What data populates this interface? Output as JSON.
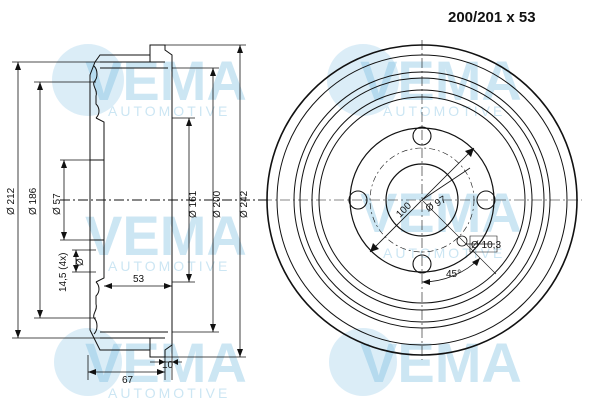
{
  "title": "200/201 x 53",
  "watermark": {
    "brand": "VEMA",
    "sub": "AUTOMOTIVE",
    "color": "#6fb8df"
  },
  "dimensions": {
    "d212": "Ø 212",
    "d186": "Ø 186",
    "d57": "Ø 57",
    "holes": "14,5 (4x)",
    "hole_sym": "Ø",
    "d161": "Ø 161",
    "d200": "Ø 200",
    "d242": "Ø 242",
    "w53": "53",
    "w10": "10",
    "w67": "67",
    "pcd": "100",
    "bore": "Ø 97",
    "stud": "Ø 10,3",
    "angle": "45°"
  }
}
